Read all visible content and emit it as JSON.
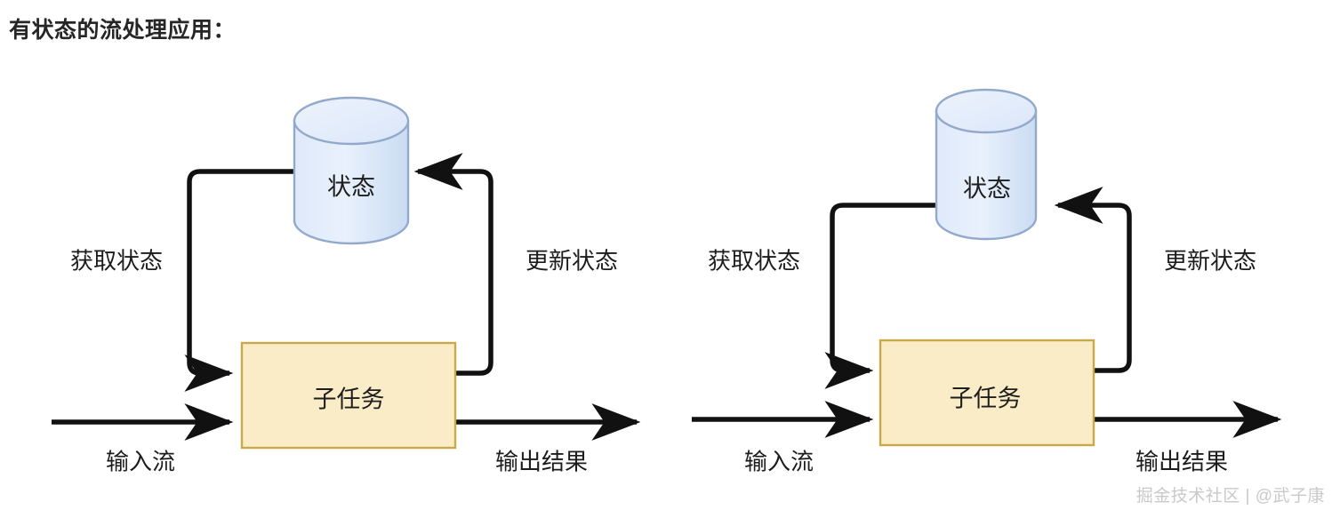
{
  "page": {
    "title": "有状态的流处理应用：",
    "background_color": "#ffffff",
    "watermark": "掘金技术社区 | @武子康"
  },
  "style": {
    "cylinder_fill_top": "#e6eefb",
    "cylinder_fill_bottom": "#cfe0f5",
    "cylinder_stroke": "#93a9cc",
    "box_fill": "#fbecc8",
    "box_stroke": "#c8a94a",
    "arrow_color": "#111111",
    "title_color": "#262626",
    "watermark_color": "#c9c9c9"
  },
  "diagrams": [
    {
      "id": "diagram-left",
      "state_node": {
        "label": "状态",
        "shape": "cylinder"
      },
      "task_node": {
        "label": "子任务",
        "shape": "rectangle"
      },
      "edges": [
        {
          "id": "get-state",
          "label": "获取状态",
          "from": "state",
          "to": "task",
          "direction": "left-loop"
        },
        {
          "id": "update-state",
          "label": "更新状态",
          "from": "task",
          "to": "state",
          "direction": "right-loop"
        },
        {
          "id": "input-stream",
          "label": "输入流",
          "from": "external",
          "to": "task",
          "direction": "right"
        },
        {
          "id": "output-result",
          "label": "输出结果",
          "from": "task",
          "to": "external",
          "direction": "right"
        }
      ]
    },
    {
      "id": "diagram-right",
      "state_node": {
        "label": "状态",
        "shape": "cylinder"
      },
      "task_node": {
        "label": "子任务",
        "shape": "rectangle"
      },
      "edges": [
        {
          "id": "get-state",
          "label": "获取状态",
          "from": "state",
          "to": "task",
          "direction": "left-loop"
        },
        {
          "id": "update-state",
          "label": "更新状态",
          "from": "task",
          "to": "state",
          "direction": "right-loop"
        },
        {
          "id": "input-stream",
          "label": "输入流",
          "from": "external",
          "to": "task",
          "direction": "right"
        },
        {
          "id": "output-result",
          "label": "输出结果",
          "from": "task",
          "to": "external",
          "direction": "right"
        }
      ]
    }
  ]
}
